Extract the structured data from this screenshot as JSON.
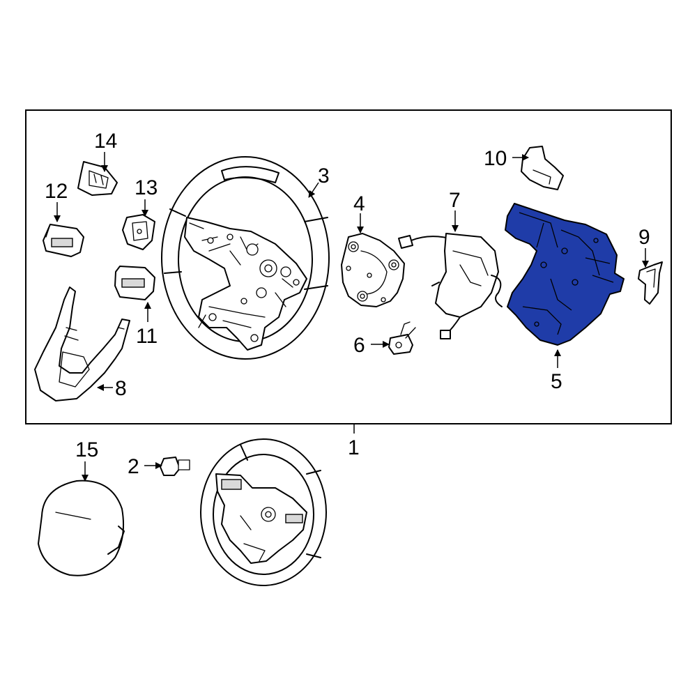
{
  "diagram": {
    "highlight_color": "#1f3ca8",
    "callouts": [
      {
        "id": "c1",
        "label": "1"
      },
      {
        "id": "c2",
        "label": "2"
      },
      {
        "id": "c3",
        "label": "3"
      },
      {
        "id": "c4",
        "label": "4"
      },
      {
        "id": "c5",
        "label": "5"
      },
      {
        "id": "c6",
        "label": "6"
      },
      {
        "id": "c7",
        "label": "7"
      },
      {
        "id": "c8",
        "label": "8"
      },
      {
        "id": "c9",
        "label": "9"
      },
      {
        "id": "c10",
        "label": "10"
      },
      {
        "id": "c11",
        "label": "11"
      },
      {
        "id": "c12",
        "label": "12"
      },
      {
        "id": "c13",
        "label": "13"
      },
      {
        "id": "c14",
        "label": "14"
      },
      {
        "id": "c15",
        "label": "15"
      }
    ]
  }
}
